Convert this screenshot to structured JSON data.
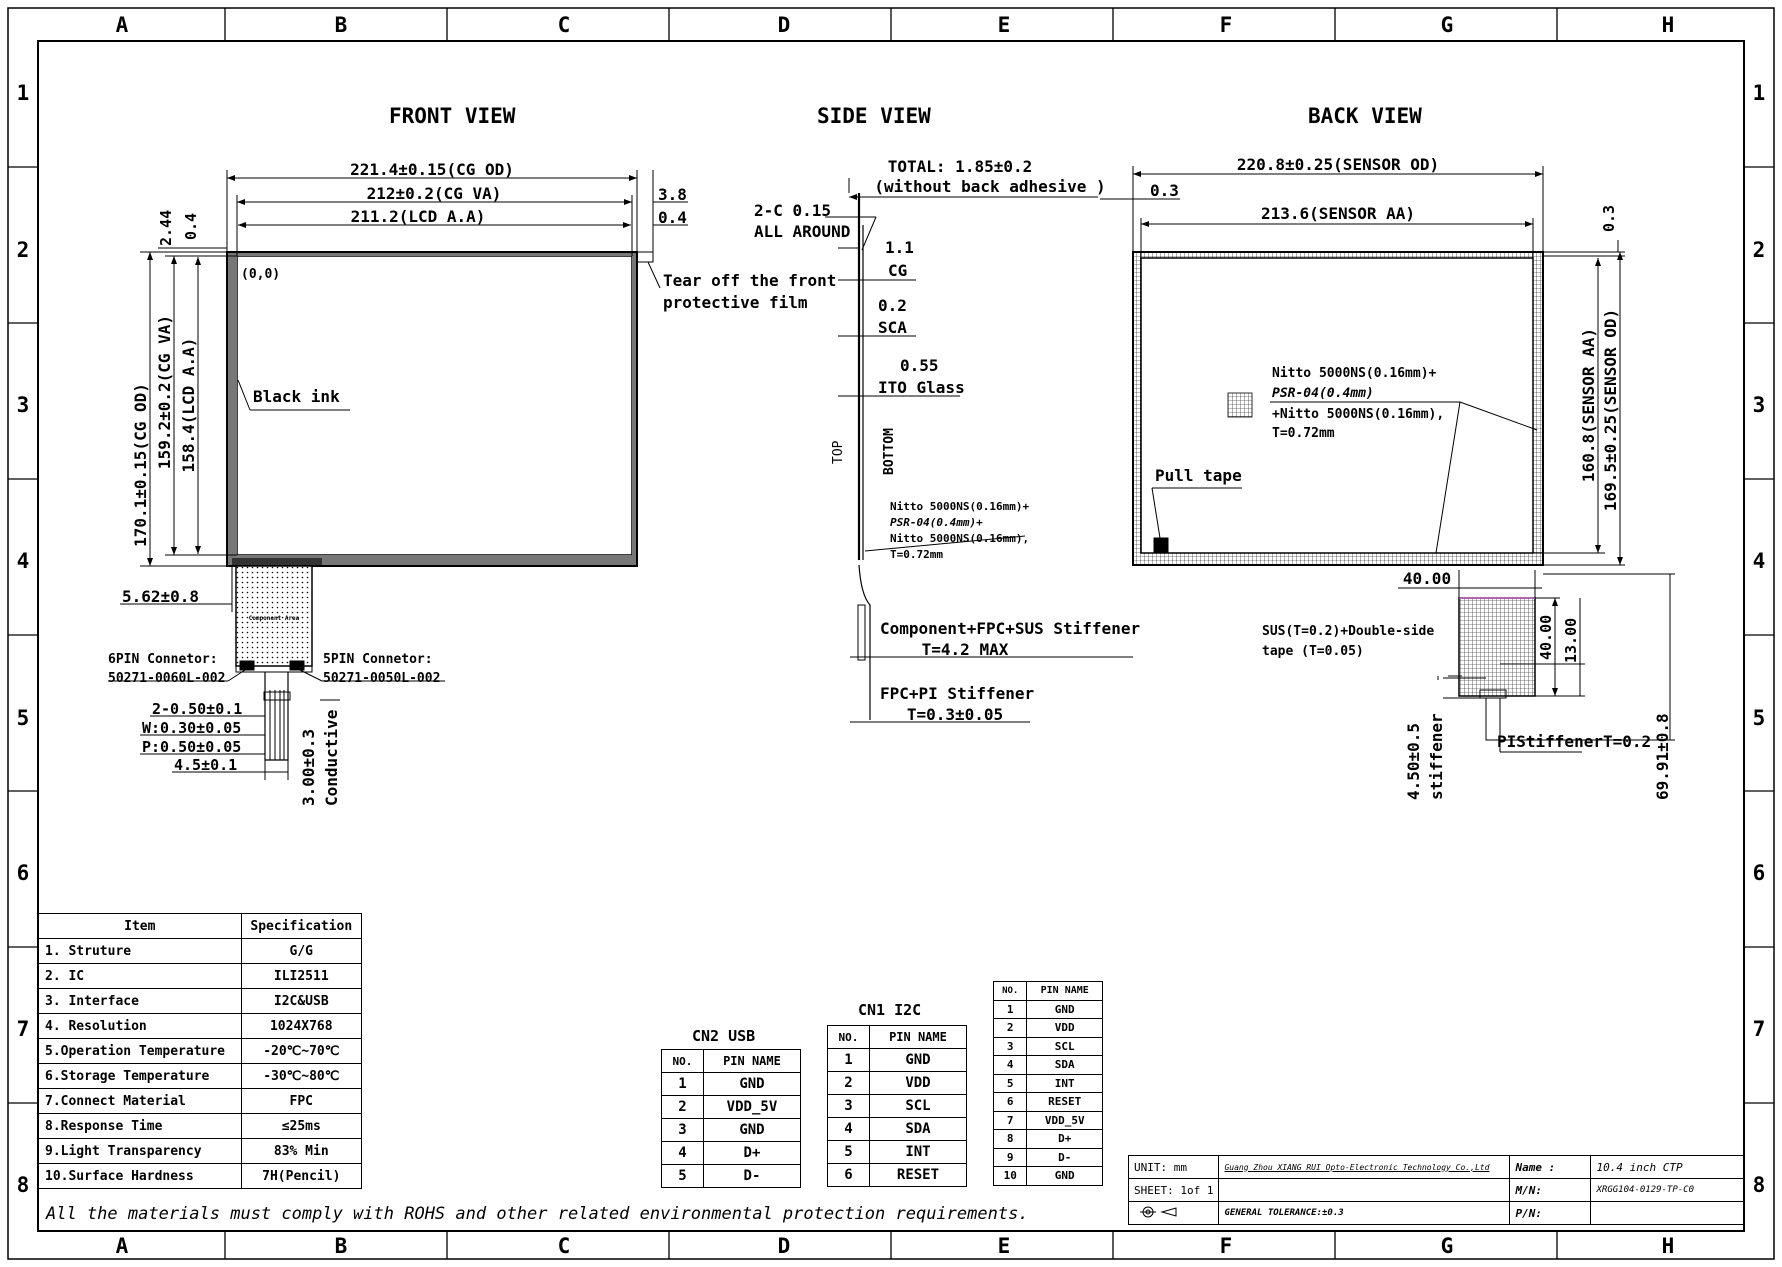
{
  "frame": {
    "columns": [
      "A",
      "B",
      "C",
      "D",
      "E",
      "F",
      "G",
      "H"
    ],
    "rows": [
      "1",
      "2",
      "3",
      "4",
      "5",
      "6",
      "7",
      "8"
    ]
  },
  "views": {
    "front": "FRONT VIEW",
    "side": "SIDE VIEW",
    "back": "BACK VIEW"
  },
  "front_dims": {
    "cg_od_w": "221.4±0.15(CG OD)",
    "cg_va_w": "212±0.2(CG VA)",
    "lcd_aa_w": "211.2(LCD A.A)",
    "right_38": "3.8",
    "right_04": "0.4",
    "top_244": "2.44",
    "top_04": "0.4",
    "origin": "(0,0)",
    "tear_off_1": "Tear off the front",
    "tear_off_2": "protective film",
    "black_ink": "Black ink",
    "cg_od_h": "170.1±0.15(CG OD)",
    "cg_va_h": "159.2±0.2(CG VA)",
    "lcd_aa_h": "158.4(LCD A.A)",
    "offset_562": "5.62±0.8",
    "conn6_1": "6PIN Connetor:",
    "conn6_2": "50271-0060L-002",
    "conn5_1": "5PIN Connetor:",
    "conn5_2": "50271-0050L-002",
    "component_area": "Component Area",
    "fpc_2c": "2-0.50±0.1",
    "fpc_w": "W:0.30±0.05",
    "fpc_p": "P:0.50±0.05",
    "fpc_45": "4.5±0.1",
    "fpc_300": "3.00±0.3",
    "conductive": "Conductive"
  },
  "side_dims": {
    "total_1": "TOTAL: 1.85±0.2",
    "total_2": "(without back adhesive )",
    "chamfer_1": "2-C 0.15",
    "chamfer_2": "ALL AROUND",
    "cg_t": "1.1",
    "cg": "CG",
    "sca_t": "0.2",
    "sca": "SCA",
    "ito_t": "0.55",
    "ito": "ITO Glass",
    "top": "TOP",
    "bottom": "BOTTOM",
    "tape_1": "Nitto 5000NS(0.16mm)+",
    "tape_2": "PSR-04(0.4mm)+",
    "tape_3": "Nitto 5000NS(0.16mm),",
    "tape_4": "T=0.72mm",
    "stiff_1": "Component+FPC+SUS Stiffener",
    "stiff_2": "T=4.2 MAX",
    "fpc_pi_1": "FPC+PI Stiffener",
    "fpc_pi_2": "T=0.3±0.05"
  },
  "back_dims": {
    "sensor_od_w": "220.8±0.25(SENSOR OD)",
    "left_03": "0.3",
    "sensor_aa_w": "213.6(SENSOR AA)",
    "right_03": "0.3",
    "tape_1": "Nitto 5000NS(0.16mm)+",
    "tape_2": "PSR-04(0.4mm)",
    "tape_3": "+Nitto 5000NS(0.16mm),",
    "tape_4": "T=0.72mm",
    "pull_tape": "Pull tape",
    "sensor_aa_h": "160.8(SENSOR AA)",
    "sensor_od_h": "169.5±0.25(SENSOR OD)",
    "w_4000": "40.00",
    "sus_1": "SUS(T=0.2)+Double-side",
    "sus_2": "tape (T=0.05)",
    "h_4000": "40.00",
    "h_1300": "13.00",
    "stiff_450": "4.50±0.5",
    "stiffener": "stiffener",
    "pi_stiff": "PIStiffenerT=0.2",
    "h_6991": "69.91±0.8"
  },
  "spec_table": {
    "headers": [
      "Item",
      "Specification"
    ],
    "rows": [
      [
        "1. Struture",
        "G/G"
      ],
      [
        "2. IC",
        "ILI2511"
      ],
      [
        "3. Interface",
        "I2C&USB"
      ],
      [
        "4. Resolution",
        "1024X768"
      ],
      [
        "5.Operation Temperature",
        "-20℃~70℃"
      ],
      [
        "6.Storage Temperature",
        "-30℃~80℃"
      ],
      [
        "7.Connect Material",
        "FPC"
      ],
      [
        "8.Response Time",
        "≤25ms"
      ],
      [
        "9.Light Transparency",
        "83% Min"
      ],
      [
        "10.Surface Hardness",
        "7H(Pencil)"
      ]
    ]
  },
  "cn2": {
    "title": "CN2 USB",
    "headers": [
      "NO.",
      "PIN NAME"
    ],
    "rows": [
      [
        "1",
        "GND"
      ],
      [
        "2",
        "VDD_5V"
      ],
      [
        "3",
        "GND"
      ],
      [
        "4",
        "D+"
      ],
      [
        "5",
        "D-"
      ]
    ]
  },
  "cn1": {
    "title": "CN1 I2C",
    "headers": [
      "NO.",
      "PIN NAME"
    ],
    "rows": [
      [
        "1",
        "GND"
      ],
      [
        "2",
        "VDD"
      ],
      [
        "3",
        "SCL"
      ],
      [
        "4",
        "SDA"
      ],
      [
        "5",
        "INT"
      ],
      [
        "6",
        "RESET"
      ]
    ]
  },
  "fpc_pins": {
    "headers": [
      "NO.",
      "PIN NAME"
    ],
    "rows": [
      [
        "1",
        "GND"
      ],
      [
        "2",
        "VDD"
      ],
      [
        "3",
        "SCL"
      ],
      [
        "4",
        "SDA"
      ],
      [
        "5",
        "INT"
      ],
      [
        "6",
        "RESET"
      ],
      [
        "7",
        "VDD_5V"
      ],
      [
        "8",
        "D+"
      ],
      [
        "9",
        "D-"
      ],
      [
        "10",
        "GND"
      ]
    ]
  },
  "rohs_note": "All the materials must comply with ROHS and other related environmental protection requirements.",
  "title_block": {
    "unit": "UNIT: mm",
    "company": "Guang Zhou XIANG RUI Opto-Electronic Technology Co.,Ltd",
    "name_label": "Name :",
    "name_value": "10.4 inch CTP",
    "sheet": "SHEET: 1of 1",
    "mn_label": "M/N:",
    "mn_value": "XRGG104-0129-TP-C0",
    "tolerance": "GENERAL TOLERANCE:±0.3",
    "pn_label": "P/N:"
  }
}
